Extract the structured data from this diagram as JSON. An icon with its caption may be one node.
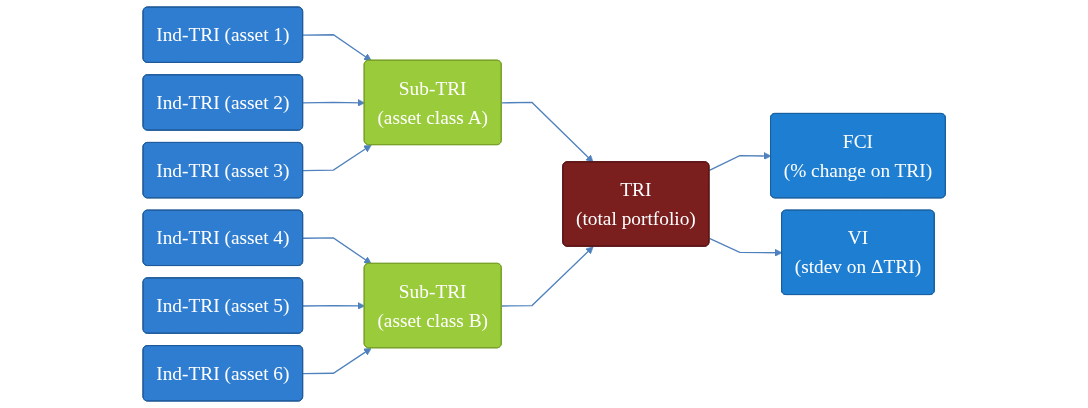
{
  "diagram": {
    "nodes": [
      {
        "text": [
          "Ind-TRI (asset 1)"
        ]
      },
      {
        "text": [
          "Ind-TRI (asset 2)"
        ]
      },
      {
        "text": [
          "Ind-TRI (asset 3)"
        ]
      },
      {
        "text": [
          "Ind-TRI (asset 4)"
        ]
      },
      {
        "text": [
          "Ind-TRI (asset 5)"
        ]
      },
      {
        "text": [
          "Ind-TRI (asset 6)"
        ]
      },
      {
        "text": [
          "Sub-TRI",
          "(asset class A)"
        ]
      },
      {
        "text": [
          "Sub-TRI",
          "(asset class B)"
        ]
      },
      {
        "text": [
          "TRI",
          "(total portfolio)"
        ]
      },
      {
        "text": [
          "FCI",
          "(% change on TRI)"
        ]
      },
      {
        "text": [
          "VI",
          "(stdev on ΔTRI)"
        ]
      }
    ],
    "edges": [
      {
        "from": 0,
        "to": 6,
        "arrow": "to"
      },
      {
        "from": 1,
        "to": 6,
        "arrow": "to"
      },
      {
        "from": 2,
        "to": 6,
        "arrow": "to"
      },
      {
        "from": 3,
        "to": 7,
        "arrow": "to"
      },
      {
        "from": 4,
        "to": 7,
        "arrow": "to"
      },
      {
        "from": 5,
        "to": 7,
        "arrow": "to"
      },
      {
        "from": 6,
        "to": 8,
        "arrow": "to"
      },
      {
        "from": 7,
        "to": 8,
        "arrow": "to"
      },
      {
        "from": 8,
        "to": 9,
        "arrow": "to"
      },
      {
        "from": 8,
        "to": 10,
        "arrow": "to"
      }
    ]
  }
}
